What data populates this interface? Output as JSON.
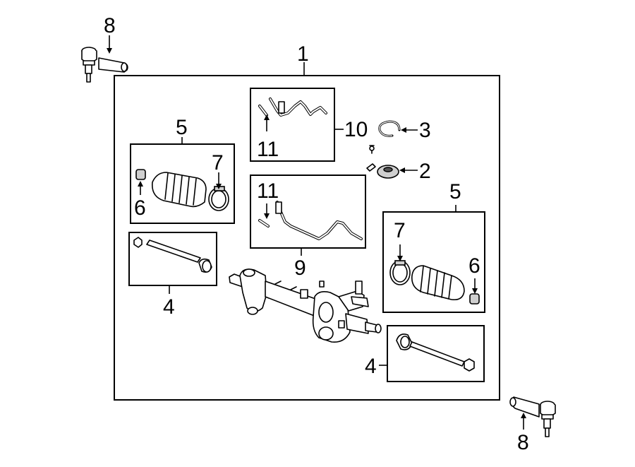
{
  "callouts": {
    "c1": "1",
    "c2": "2",
    "c3": "3",
    "c4_left": "4",
    "c4_right": "4",
    "c5_left": "5",
    "c5_right": "5",
    "c6_left": "6",
    "c6_right": "6",
    "c7_left": "7",
    "c7_right": "7",
    "c8_top": "8",
    "c8_bottom": "8",
    "c9": "9",
    "c10": "10",
    "c11_top": "11",
    "c11_mid": "11"
  }
}
